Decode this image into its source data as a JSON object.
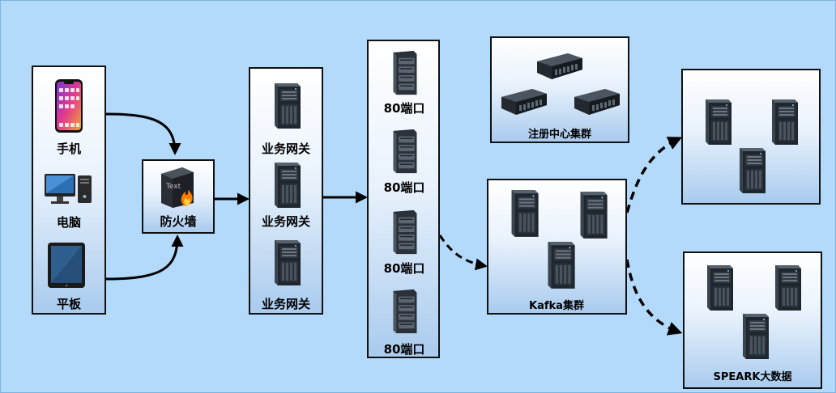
{
  "devices": {
    "phone_label": "手机",
    "pc_label": "电脑",
    "tablet_label": "平板"
  },
  "firewall": {
    "label": "防火墙",
    "badge": "Text"
  },
  "gateways": [
    "业务网关",
    "业务网关",
    "业务网关"
  ],
  "ports": [
    "80端口",
    "80端口",
    "80端口",
    "80端口"
  ],
  "registry": {
    "label": "注册中心集群"
  },
  "kafka": {
    "label": "Kafka集群"
  },
  "spark": {
    "label": "SPEARK大数据"
  },
  "colors": {
    "background": "#b3d9fb",
    "border": "#111111",
    "server_body": "#2b333c"
  }
}
